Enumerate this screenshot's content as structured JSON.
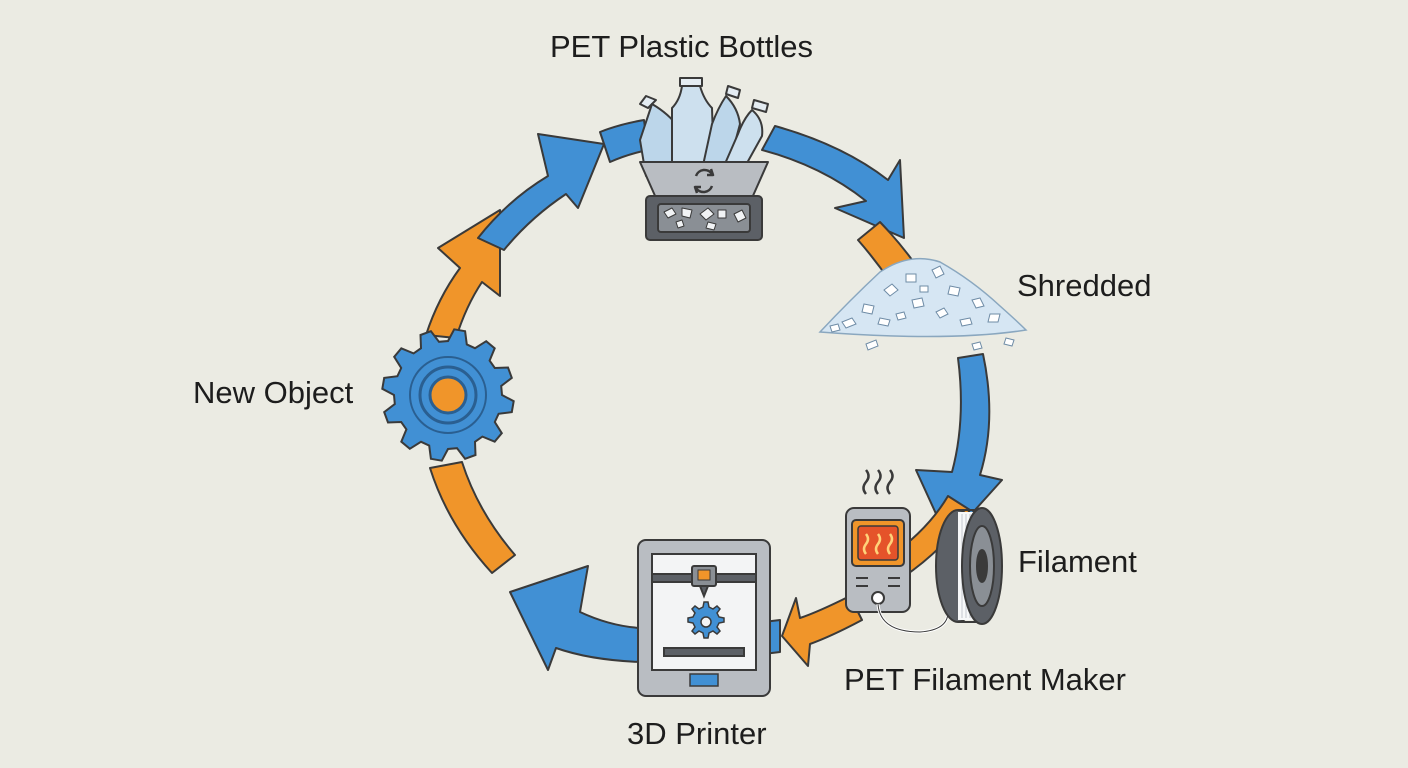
{
  "colors": {
    "background": "#ebebe3",
    "blue": "#4190d4",
    "orange": "#f0952a",
    "outline": "#3a3a3a",
    "gray": "#b9bdc2",
    "dark_gray": "#5c6066",
    "text": "#1d1d1d"
  },
  "labels": {
    "bottles": "PET Plastic Bottles",
    "shredded": "Shredded",
    "filament": "Filament",
    "maker": "PET Filament Maker",
    "printer": "3D Printer",
    "object": "New Object"
  },
  "icons": [
    "bottles-shredder-icon",
    "shredded-flakes-icon",
    "filament-maker-icon",
    "filament-spool-icon",
    "printer-3d-icon",
    "gear-icon",
    "recycle-icon"
  ]
}
